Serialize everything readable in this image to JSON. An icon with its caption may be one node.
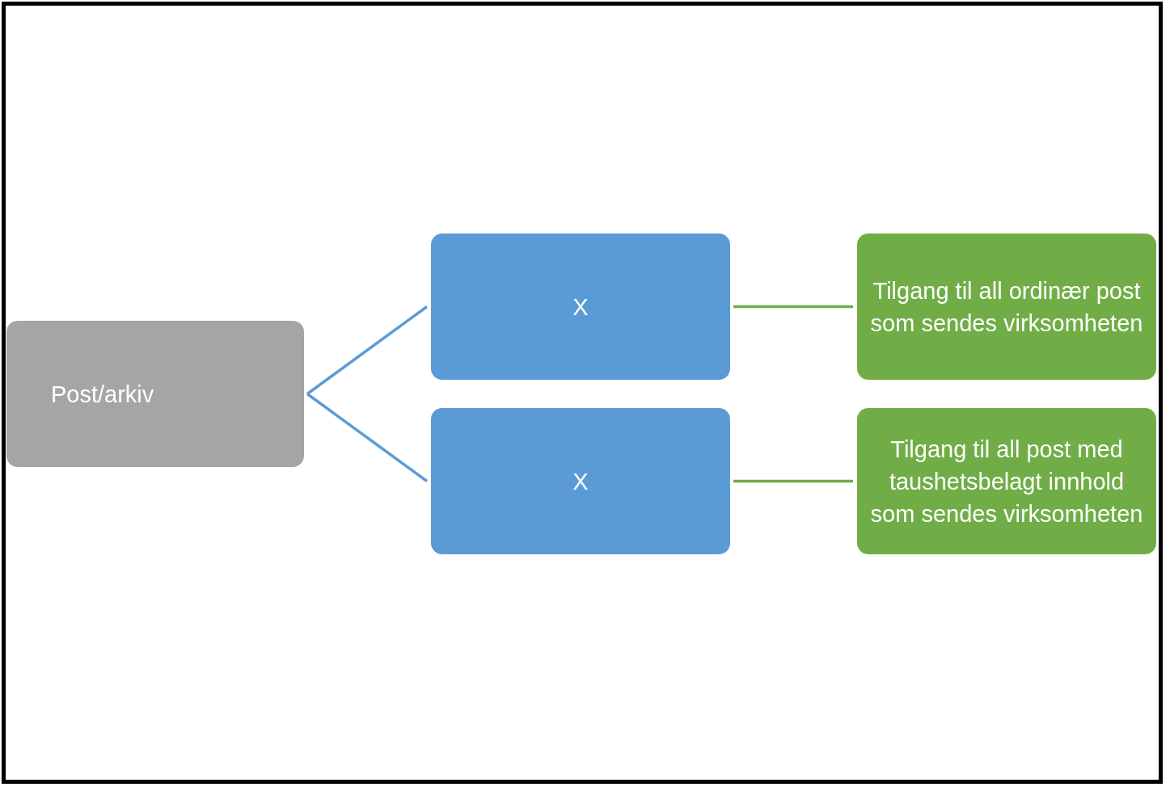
{
  "diagram": {
    "nodes": [
      {
        "text": [
          "Post/arkiv"
        ]
      },
      {
        "text": [
          "X"
        ]
      },
      {
        "text": [
          "X"
        ]
      },
      {
        "text": [
          "Tilgang til all ordinær post som sendes virksomheten"
        ]
      },
      {
        "text": [
          "Tilgang til all post med taushetsbelagt innhold som sendes virksomheten"
        ]
      }
    ],
    "edges": [
      {
        "from": 0,
        "to": 1,
        "arrow": "none",
        "color": "#5b9bd5"
      },
      {
        "from": 0,
        "to": 2,
        "arrow": "none",
        "color": "#5b9bd5"
      },
      {
        "from": 1,
        "to": 3,
        "arrow": "none",
        "color": "#70ad47"
      },
      {
        "from": 2,
        "to": 4,
        "arrow": "none",
        "color": "#70ad47"
      }
    ]
  }
}
